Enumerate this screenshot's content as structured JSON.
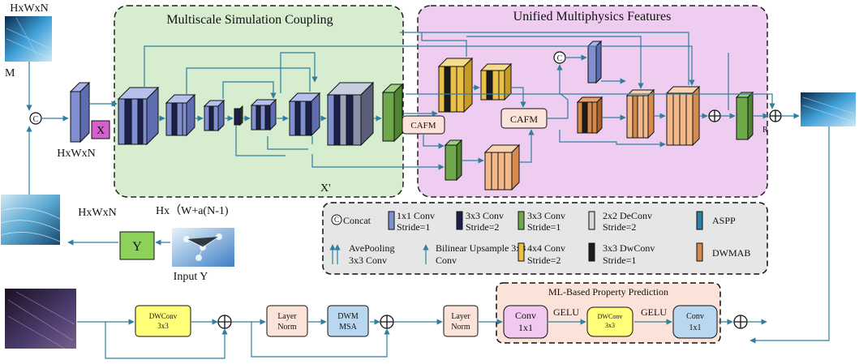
{
  "labels": {
    "hxwxn_top": "HxWxN",
    "m": "M",
    "x": "X",
    "hxwxn_mid": "HxWxN",
    "hxwxn_left": "HxWxN",
    "y": "Y",
    "input_y": "Input Y",
    "hx_formula": "Hx（W+a(N-1)",
    "x_prime": "X'",
    "r": "R",
    "concat_c": "C"
  },
  "groups": {
    "multiscale": "Multiscale Simulation Coupling",
    "unified": "Unified Multiphysics Features",
    "ml": "ML-Based Property Prediction"
  },
  "cafm": [
    "CAFM",
    "CAFM"
  ],
  "legend": {
    "concat": "Concat",
    "conv1x1": [
      "1x1 Conv",
      "Stride=1"
    ],
    "conv3x3s2": [
      "3x3 Conv",
      "Stride=2"
    ],
    "conv3x3s1": [
      "3x3 Conv",
      "Stride=1"
    ],
    "deconv": [
      "2x2 DeConv",
      "Stride=2"
    ],
    "aspp": "ASPP",
    "avepool": [
      "AvePooling",
      "3x3 Conv"
    ],
    "bilinear": [
      "Bilinear Upsample 3x3",
      "Conv"
    ],
    "conv4x4": [
      "4x4 Conv",
      "Stride=2"
    ],
    "dwconv": [
      "3x3 DwConv",
      "Stride=1"
    ],
    "dwmab": "DWMAB"
  },
  "bottom": {
    "dwconv": [
      "DWConv",
      "3x3"
    ],
    "layernorm1": [
      "Layer",
      "Norm"
    ],
    "dwm_msa": [
      "DWM",
      "MSA"
    ],
    "layernorm2": [
      "Layer",
      "Norm"
    ],
    "conv1": [
      "Conv",
      "1x1"
    ],
    "gelu1": "GELU",
    "dwconv2": [
      "DWConv",
      "3x3"
    ],
    "gelu2": "GELU",
    "conv2": [
      "Conv",
      "1x1"
    ]
  },
  "colors": {
    "green_bg": "#d6edcf",
    "pink_bg": "#efcdf0",
    "blue_layer": "#7f8fcf",
    "dark_layer": "#1b1f4a",
    "green_layer": "#6ea84a",
    "yellow_layer": "#e8c04a",
    "orange_layer": "#f3b98a",
    "arrow": "#2f7fa0",
    "ml_bg": "#fbe3da"
  }
}
